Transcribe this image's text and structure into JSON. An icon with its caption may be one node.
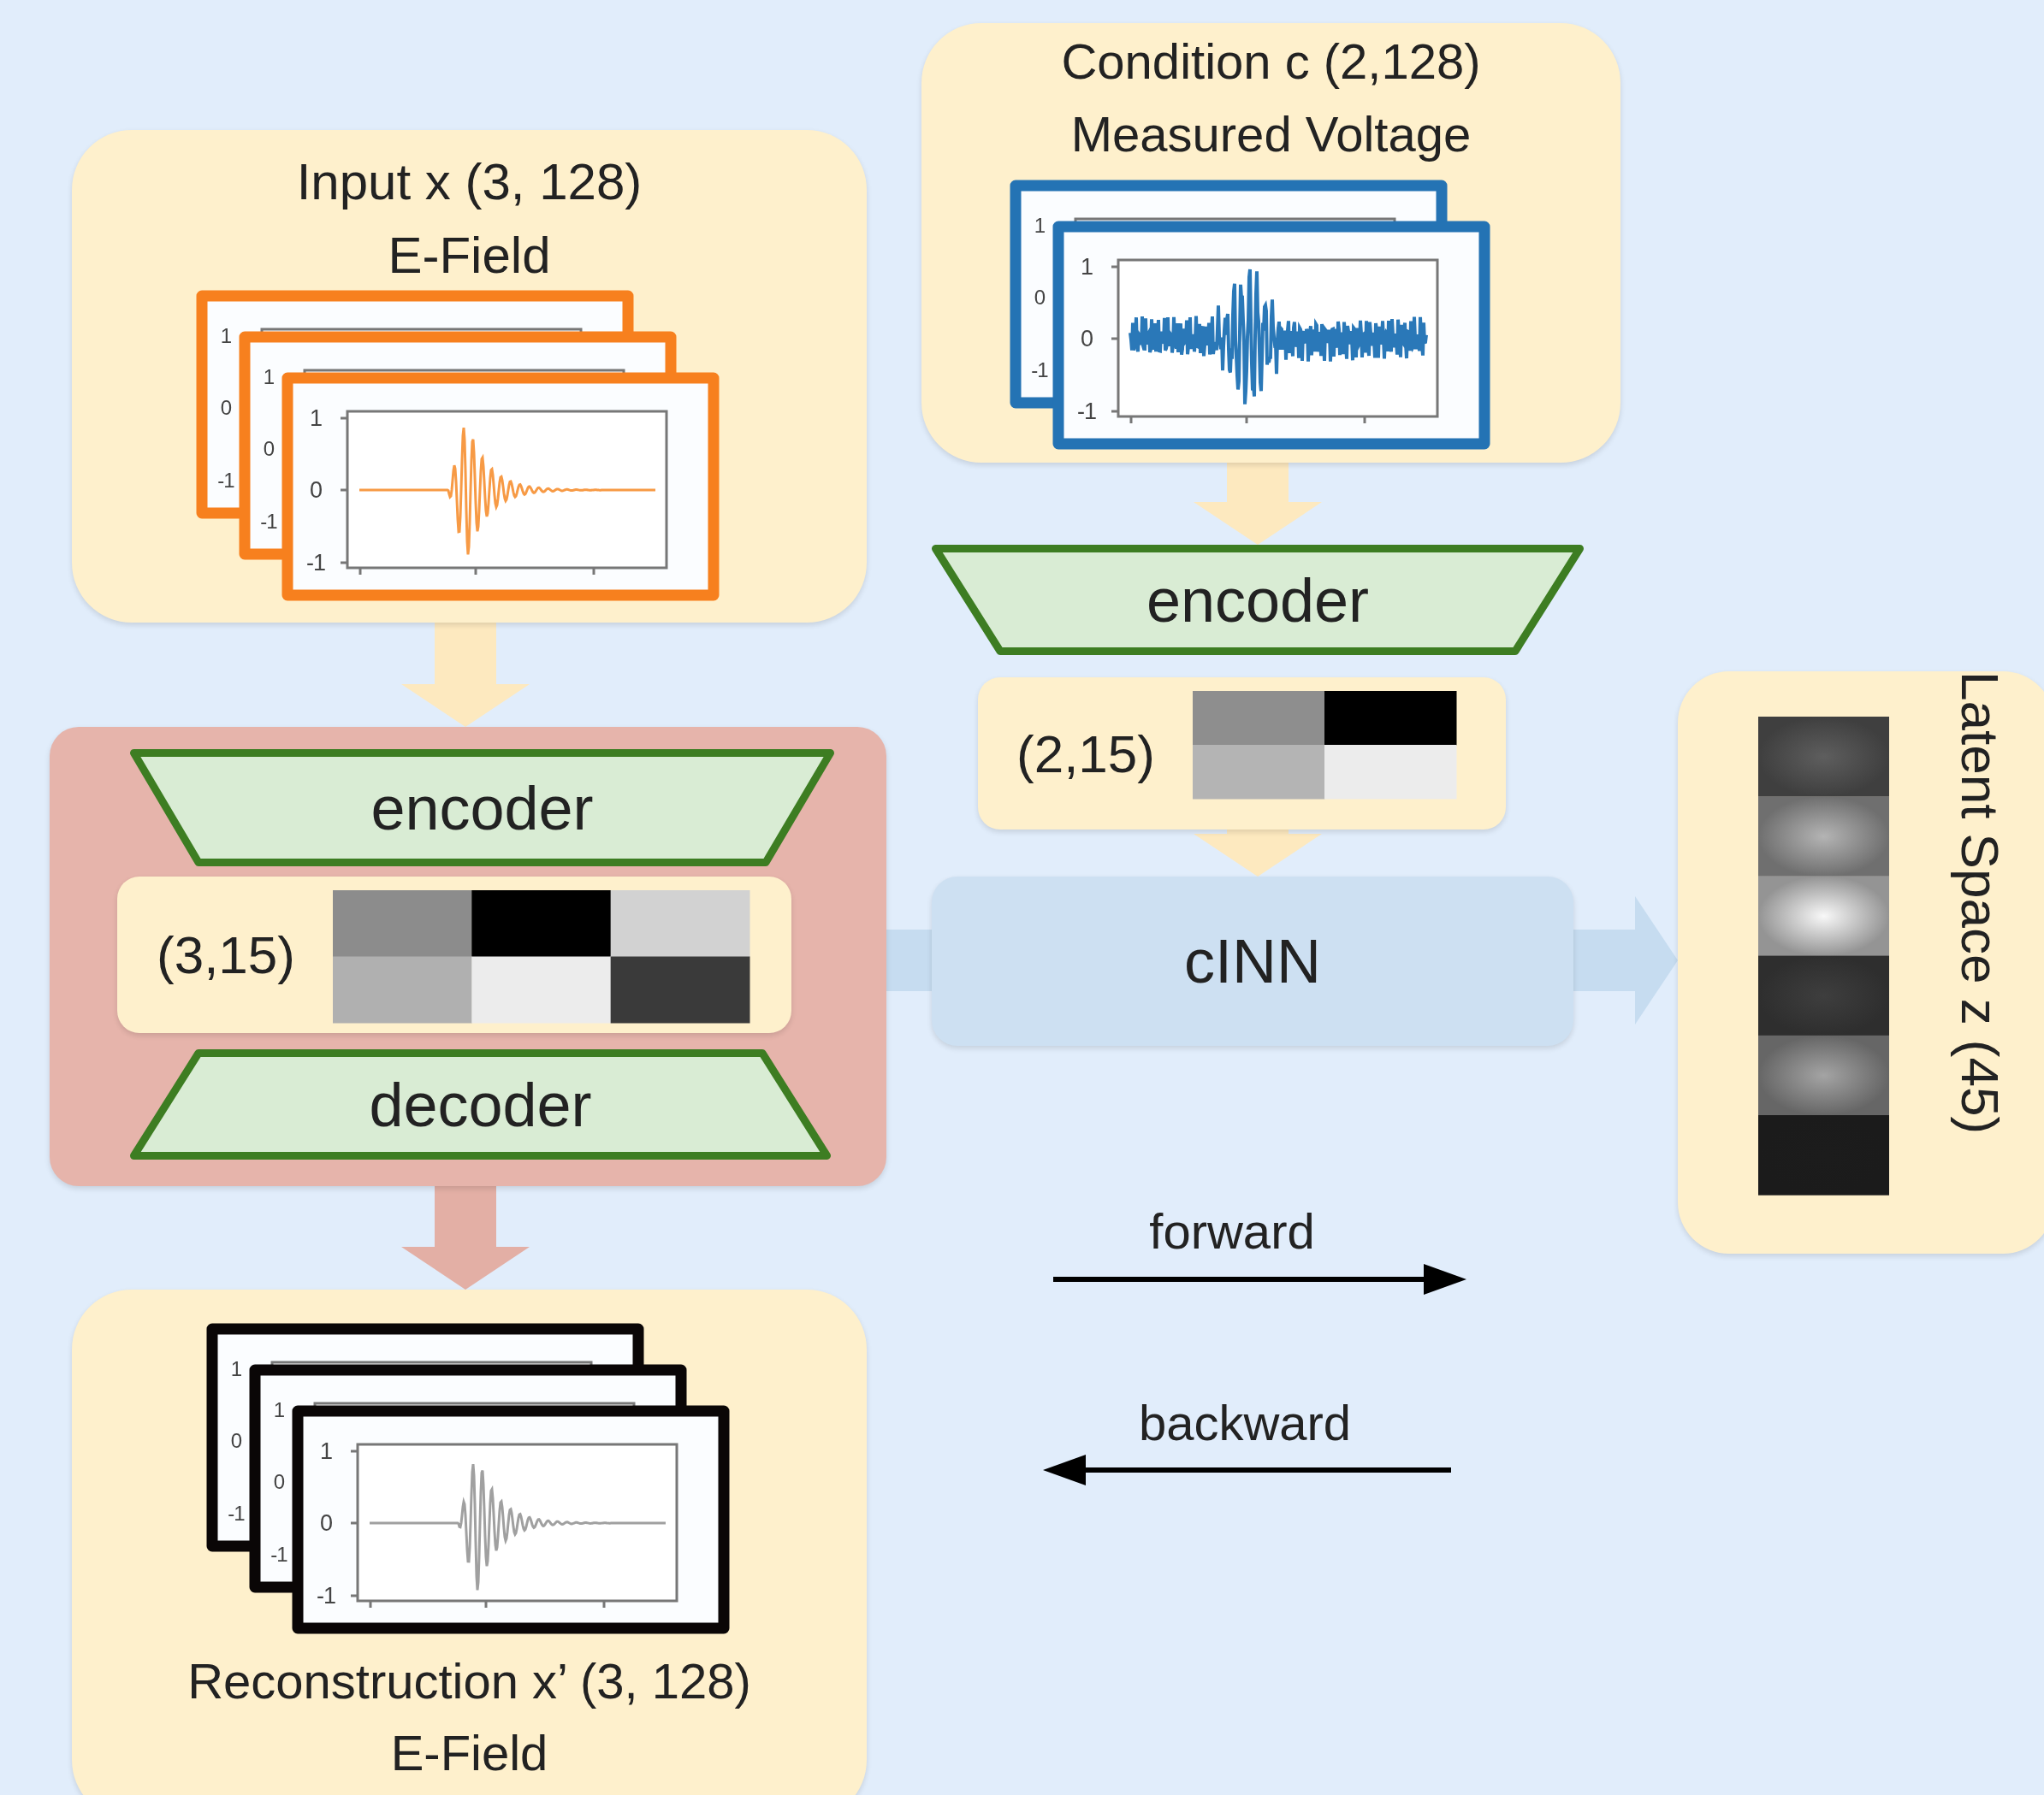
{
  "diagram": {
    "nodes": [
      {
        "text": [
          "Input x (3, 128)",
          "E-Field"
        ]
      },
      {
        "text": [
          "Condition c (2,128)",
          "Measured Voltage"
        ]
      },
      {
        "text": [
          "encoder"
        ]
      },
      {
        "text": [
          "(2,15)"
        ]
      },
      {
        "text": [],
        "shape": "box"
      },
      {
        "text": [
          "encoder"
        ],
        "in": 4
      },
      {
        "text": [
          "(3,15)"
        ],
        "in": 4
      },
      {
        "text": [
          "decoder"
        ],
        "in": 4
      },
      {
        "text": [
          "cINN"
        ]
      },
      {
        "text": [
          "Latent Space z (45)"
        ]
      },
      {
        "text": [
          "Reconstruction x’ (3, 128)",
          "E-Field"
        ]
      }
    ],
    "edges": [
      {
        "from": 0,
        "to": 4,
        "arrow": "to"
      },
      {
        "from": 1,
        "to": 2,
        "arrow": "to"
      },
      {
        "from": 3,
        "to": 8,
        "arrow": "to"
      },
      {
        "from": 8,
        "to": 6,
        "arrow": "to",
        "color": "#c6dcf0"
      },
      {
        "from": 8,
        "to": 9,
        "arrow": "to",
        "color": "#c6dcf0"
      },
      {
        "from": 4,
        "to": 10,
        "arrow": "to",
        "color": "#e3afa5"
      }
    ],
    "labels": [
      "1",
      "0",
      "-1",
      "1",
      "0",
      "-1",
      "1",
      "0",
      "-1",
      "1",
      "0",
      "-1",
      "1",
      "0",
      "-1",
      "1",
      "0",
      "-1",
      "1",
      "0",
      "-1",
      "1",
      "0",
      "-1"
    ],
    "legend": [
      {
        "text": "forward"
      },
      {
        "text": "backward"
      }
    ]
  }
}
